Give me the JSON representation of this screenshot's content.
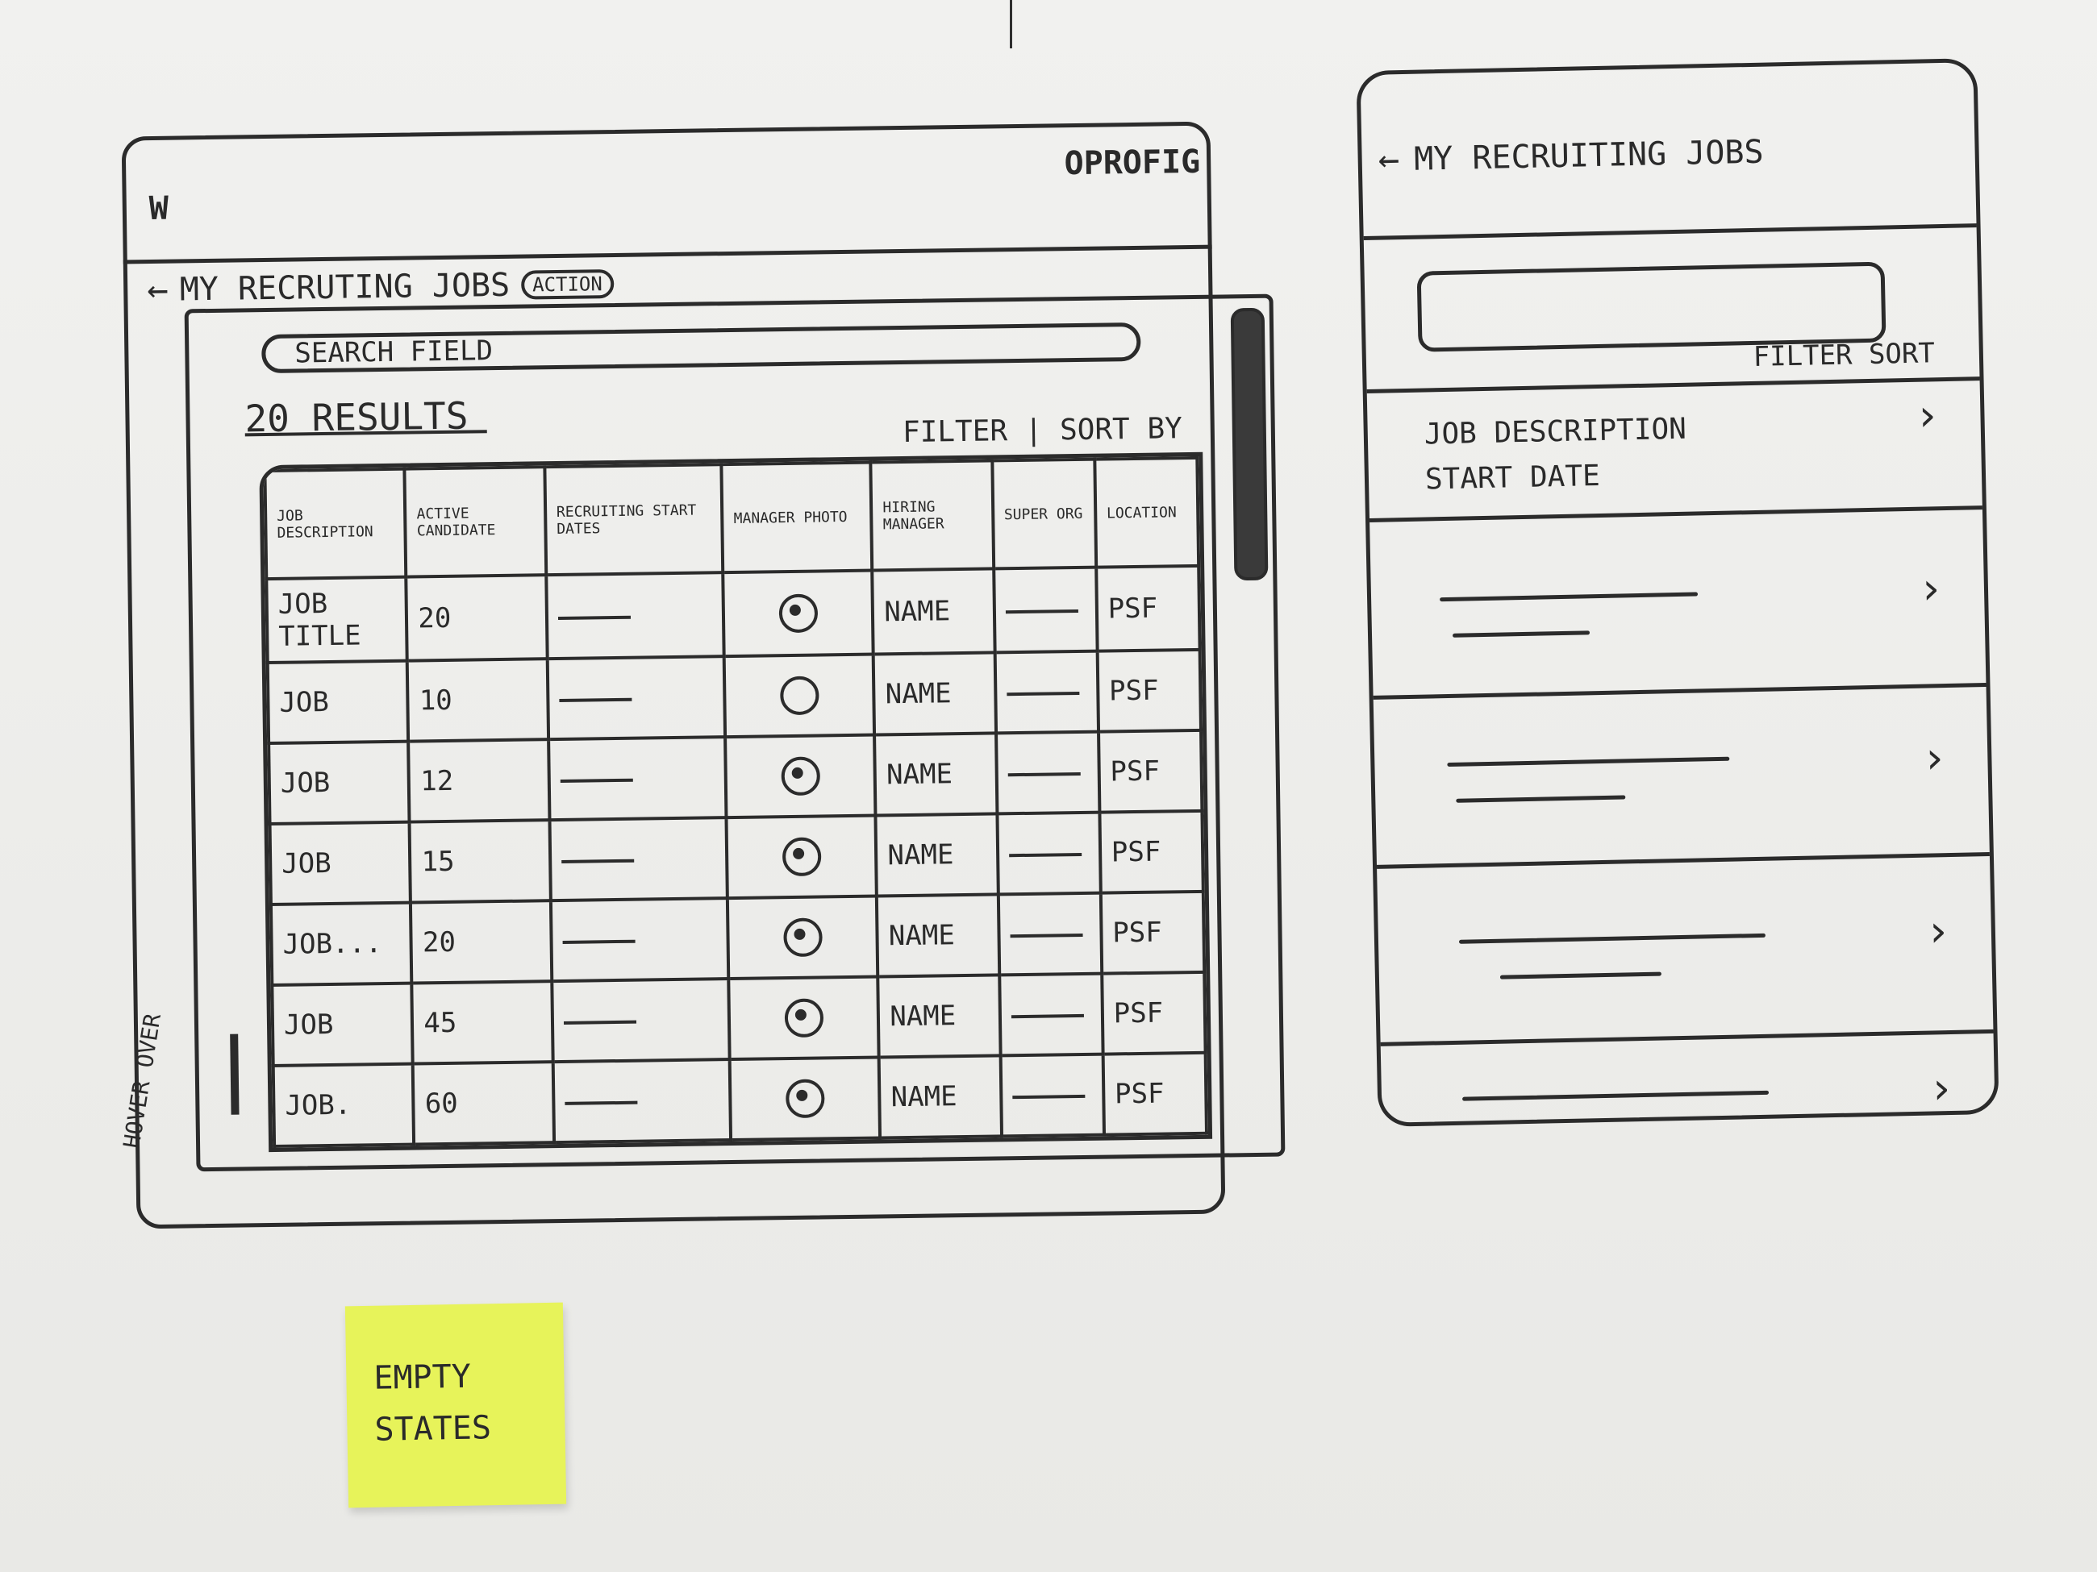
{
  "desktop": {
    "logo": "W",
    "profile": "OPROFIG",
    "title": "MY RECRUTING JOBS",
    "title_action": "ACTION",
    "search_placeholder": "SEARCH FIELD",
    "results_label": "20 RESULTS",
    "filter_sort": "FILTER | SORT BY",
    "hover_note": "HOVER OVER",
    "columns": [
      "JOB DESCRIPTION",
      "ACTIVE CANDIDATE",
      "RECRUITING START DATES",
      "MANAGER PHOTO",
      "HIRING MANAGER",
      "SUPER ORG",
      "LOCATION"
    ],
    "rows": [
      {
        "job": "JOB TITLE",
        "candidates": "20",
        "photo": "filled",
        "manager": "NAME",
        "loc": "PSF"
      },
      {
        "job": "JOB",
        "candidates": "10",
        "photo": "empty",
        "manager": "NAME",
        "loc": "PSF"
      },
      {
        "job": "JOB",
        "candidates": "12",
        "photo": "filled",
        "manager": "NAME",
        "loc": "PSF"
      },
      {
        "job": "JOB",
        "candidates": "15",
        "photo": "filled",
        "manager": "NAME",
        "loc": "PSF"
      },
      {
        "job": "JOB...",
        "candidates": "20",
        "photo": "filled",
        "manager": "NAME",
        "loc": "PSF"
      },
      {
        "job": "JOB",
        "candidates": "45",
        "photo": "filled",
        "manager": "NAME",
        "loc": "PSF"
      },
      {
        "job": "JOB.",
        "candidates": "60",
        "photo": "filled",
        "manager": "NAME",
        "loc": "PSF"
      }
    ]
  },
  "mobile": {
    "title": "MY RECRUITING JOBS",
    "filter_sort": "FILTER SORT",
    "item_title": "JOB DESCRIPTION\nSTART DATE"
  },
  "sticky": {
    "text": "EMPTY\nSTATES"
  },
  "colors": {
    "ink": "#2b2b2b",
    "wall": "#ececea",
    "sticky": "#e7f35a"
  }
}
